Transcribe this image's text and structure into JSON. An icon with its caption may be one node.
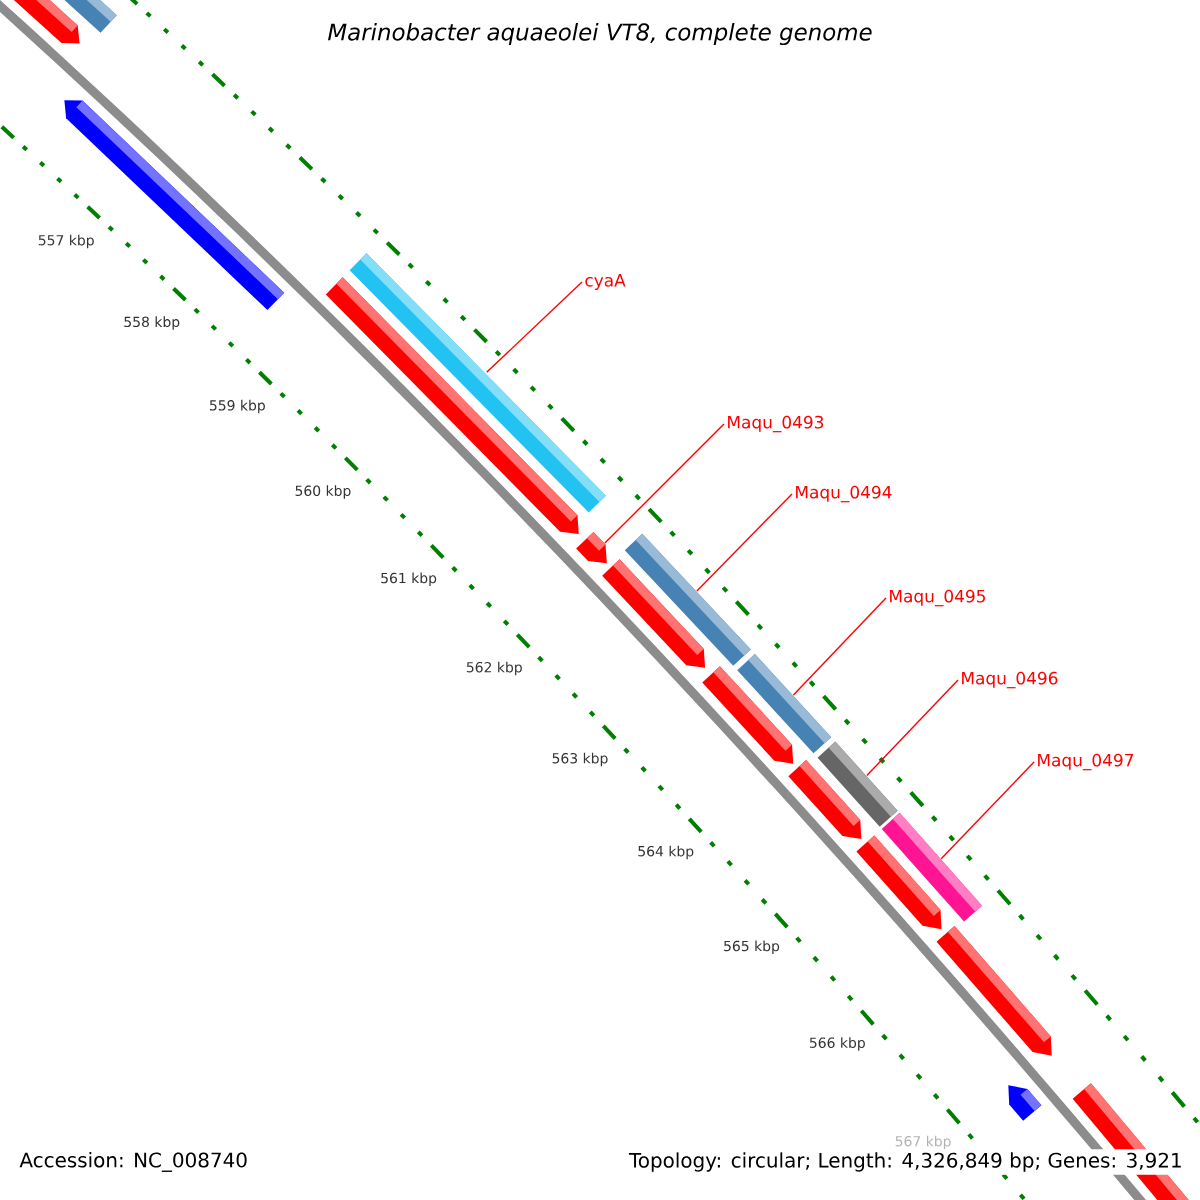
{
  "diagram": {
    "title": "Marinobacter aquaeolei VT8, complete genome",
    "nodes": [
      {
        "text": [
          "cyaA"
        ]
      },
      {
        "text": [
          "Maqu_0493"
        ]
      },
      {
        "text": [
          "Maqu_0494"
        ]
      },
      {
        "text": [
          "Maqu_0495"
        ]
      },
      {
        "text": [
          "Maqu_0496"
        ]
      },
      {
        "text": [
          "Maqu_0497"
        ]
      },
      {
        "text": [],
        "shape": "pentagon"
      },
      {
        "text": [],
        "shape": "bar"
      },
      {
        "text": [],
        "shape": "pentagon"
      },
      {
        "text": [],
        "shape": "bar"
      },
      {
        "text": [],
        "shape": "pentagon"
      },
      {
        "text": [],
        "shape": "pentagon"
      },
      {
        "text": [],
        "shape": "bar"
      },
      {
        "text": [],
        "shape": "pentagon"
      },
      {
        "text": [],
        "shape": "pentagon"
      },
      {
        "text": [],
        "shape": "bar"
      },
      {
        "text": [],
        "shape": "pentagon"
      },
      {
        "text": [],
        "shape": "bar"
      },
      {
        "text": [],
        "shape": "pentagon"
      },
      {
        "text": [],
        "shape": "bar"
      },
      {
        "text": [],
        "shape": "pentagon"
      },
      {
        "text": [],
        "shape": "pentagon"
      },
      {
        "text": [],
        "shape": "pentagon"
      }
    ],
    "edges": [
      {
        "from": 0,
        "to": 9,
        "arrow": "none"
      },
      {
        "from": 1,
        "to": 11,
        "arrow": "none"
      },
      {
        "from": 2,
        "to": 12,
        "arrow": "none"
      },
      {
        "from": 3,
        "to": 15,
        "arrow": "none"
      },
      {
        "from": 4,
        "to": 17,
        "arrow": "none"
      },
      {
        "from": 5,
        "to": 19,
        "arrow": "none"
      }
    ],
    "labels": [
      "557 kbp",
      "558 kbp",
      "559 kbp",
      "560 kbp",
      "561 kbp",
      "562 kbp",
      "563 kbp",
      "564 kbp",
      "565 kbp",
      "566 kbp",
      "567 kbp",
      "Accession: NC_008740",
      "Topology: circular; Length: 4,326,849 bp; Genes: 3,921"
    ]
  }
}
